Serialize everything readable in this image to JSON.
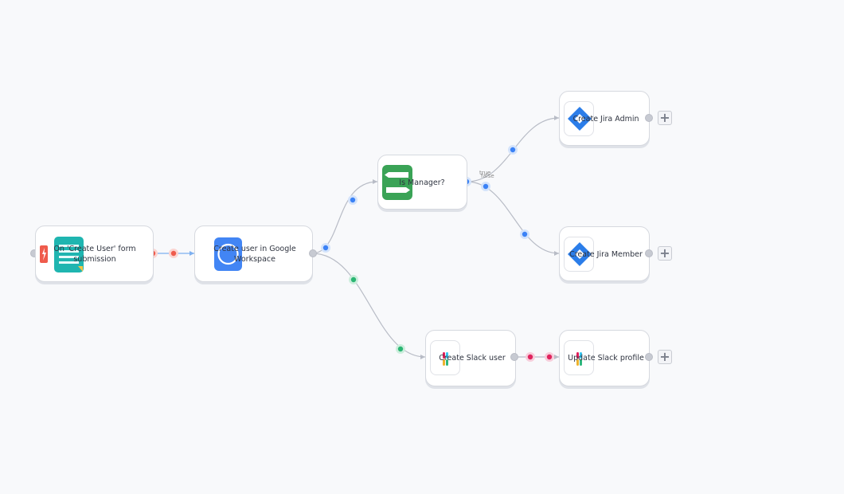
{
  "nodes": {
    "trigger": {
      "label": "On 'Create User' form submission",
      "icon": "form-trigger-icon"
    },
    "google": {
      "label": "Create user in Google Workspace",
      "icon": "google-workspace-icon"
    },
    "if": {
      "label": "Is Manager?",
      "icon": "if-switch-icon",
      "true_label": "true",
      "false_label": "false"
    },
    "jira_admin": {
      "label": "Create Jira Admin",
      "icon": "jira-icon"
    },
    "jira_member": {
      "label": "Create Jira Member",
      "icon": "jira-icon"
    },
    "slack_create": {
      "label": "Create Slack user",
      "icon": "slack-icon"
    },
    "slack_update": {
      "label": "Update Slack profile",
      "icon": "slack-icon"
    }
  },
  "colors": {
    "edge": "#b8bcc6",
    "conn_red": "#ef5b4c",
    "conn_blue": "#3b82f6",
    "conn_green": "#2bb673",
    "conn_pink": "#e0245e",
    "jira": "#2b7de9",
    "if_green": "#3aa356",
    "form_teal": "#1fb5b0",
    "google_blue": "#4285f4"
  }
}
